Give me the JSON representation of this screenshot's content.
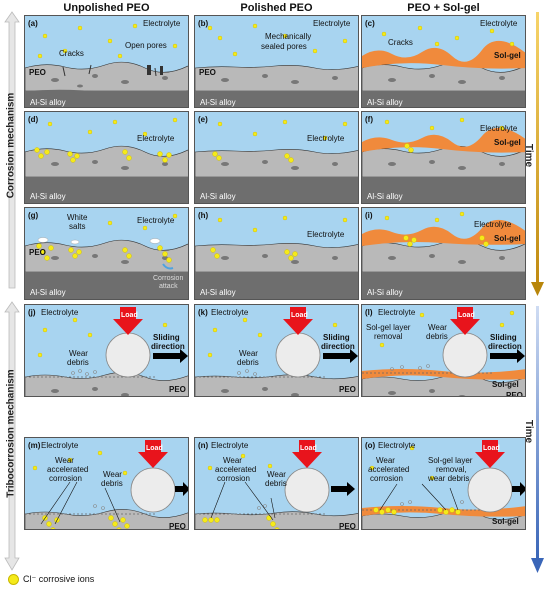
{
  "columns": [
    "Unpolished PEO",
    "Polished PEO",
    "PEO + Sol-gel"
  ],
  "side_labels": {
    "corrosion": "Corrosion mechanism",
    "tribocorrosion": "Tribocorrosion mechanism"
  },
  "time_label": "Time",
  "legend": "Cl⁻ corrosive ions",
  "colors": {
    "electrolyte": "#a8d4f0",
    "peo": "#b9b9b9",
    "alloy": "#6e6e6e",
    "solgel": "#f08a3c",
    "ions": "#f5ea1a",
    "load_arrow": "#e8141c",
    "arrow_corrosion": "#d4a017",
    "arrow_tribo": "#4a78c0"
  },
  "labels": {
    "a": "(a)",
    "b": "(b)",
    "c": "(c)",
    "d": "(d)",
    "e": "(e)",
    "f": "(f)",
    "g": "(g)",
    "h": "(h)",
    "i": "(i)",
    "j": "(j)",
    "k": "(k)",
    "l": "(l)",
    "m": "(m)",
    "n": "(n)",
    "o": "(o)",
    "electrolyte": "Electrolyte",
    "peo": "PEO",
    "alloy": "Al-Si alloy",
    "solgel": "Sol-gel",
    "cracks": "Cracks",
    "open_pores": "Open pores",
    "mech_sealed_1": "Mechanically",
    "mech_sealed_2": "sealed pores",
    "white_salts_1": "White",
    "white_salts_2": "salts",
    "corrosion_attack_1": "Corrosion",
    "corrosion_attack_2": "attack",
    "load": "Load",
    "sliding_1": "Sliding",
    "sliding_2": "direction",
    "wear_debris_1": "Wear",
    "wear_debris_2": "debris",
    "solgel_removal_1": "Sol-gel layer",
    "solgel_removal_2": "removal",
    "wac_1": "Wear",
    "wac_2": "accelerated",
    "wac_3": "corrosion",
    "sgr_1": "Sol-gel layer",
    "sgr_2": "removal,",
    "sgr_3": "wear debris"
  }
}
